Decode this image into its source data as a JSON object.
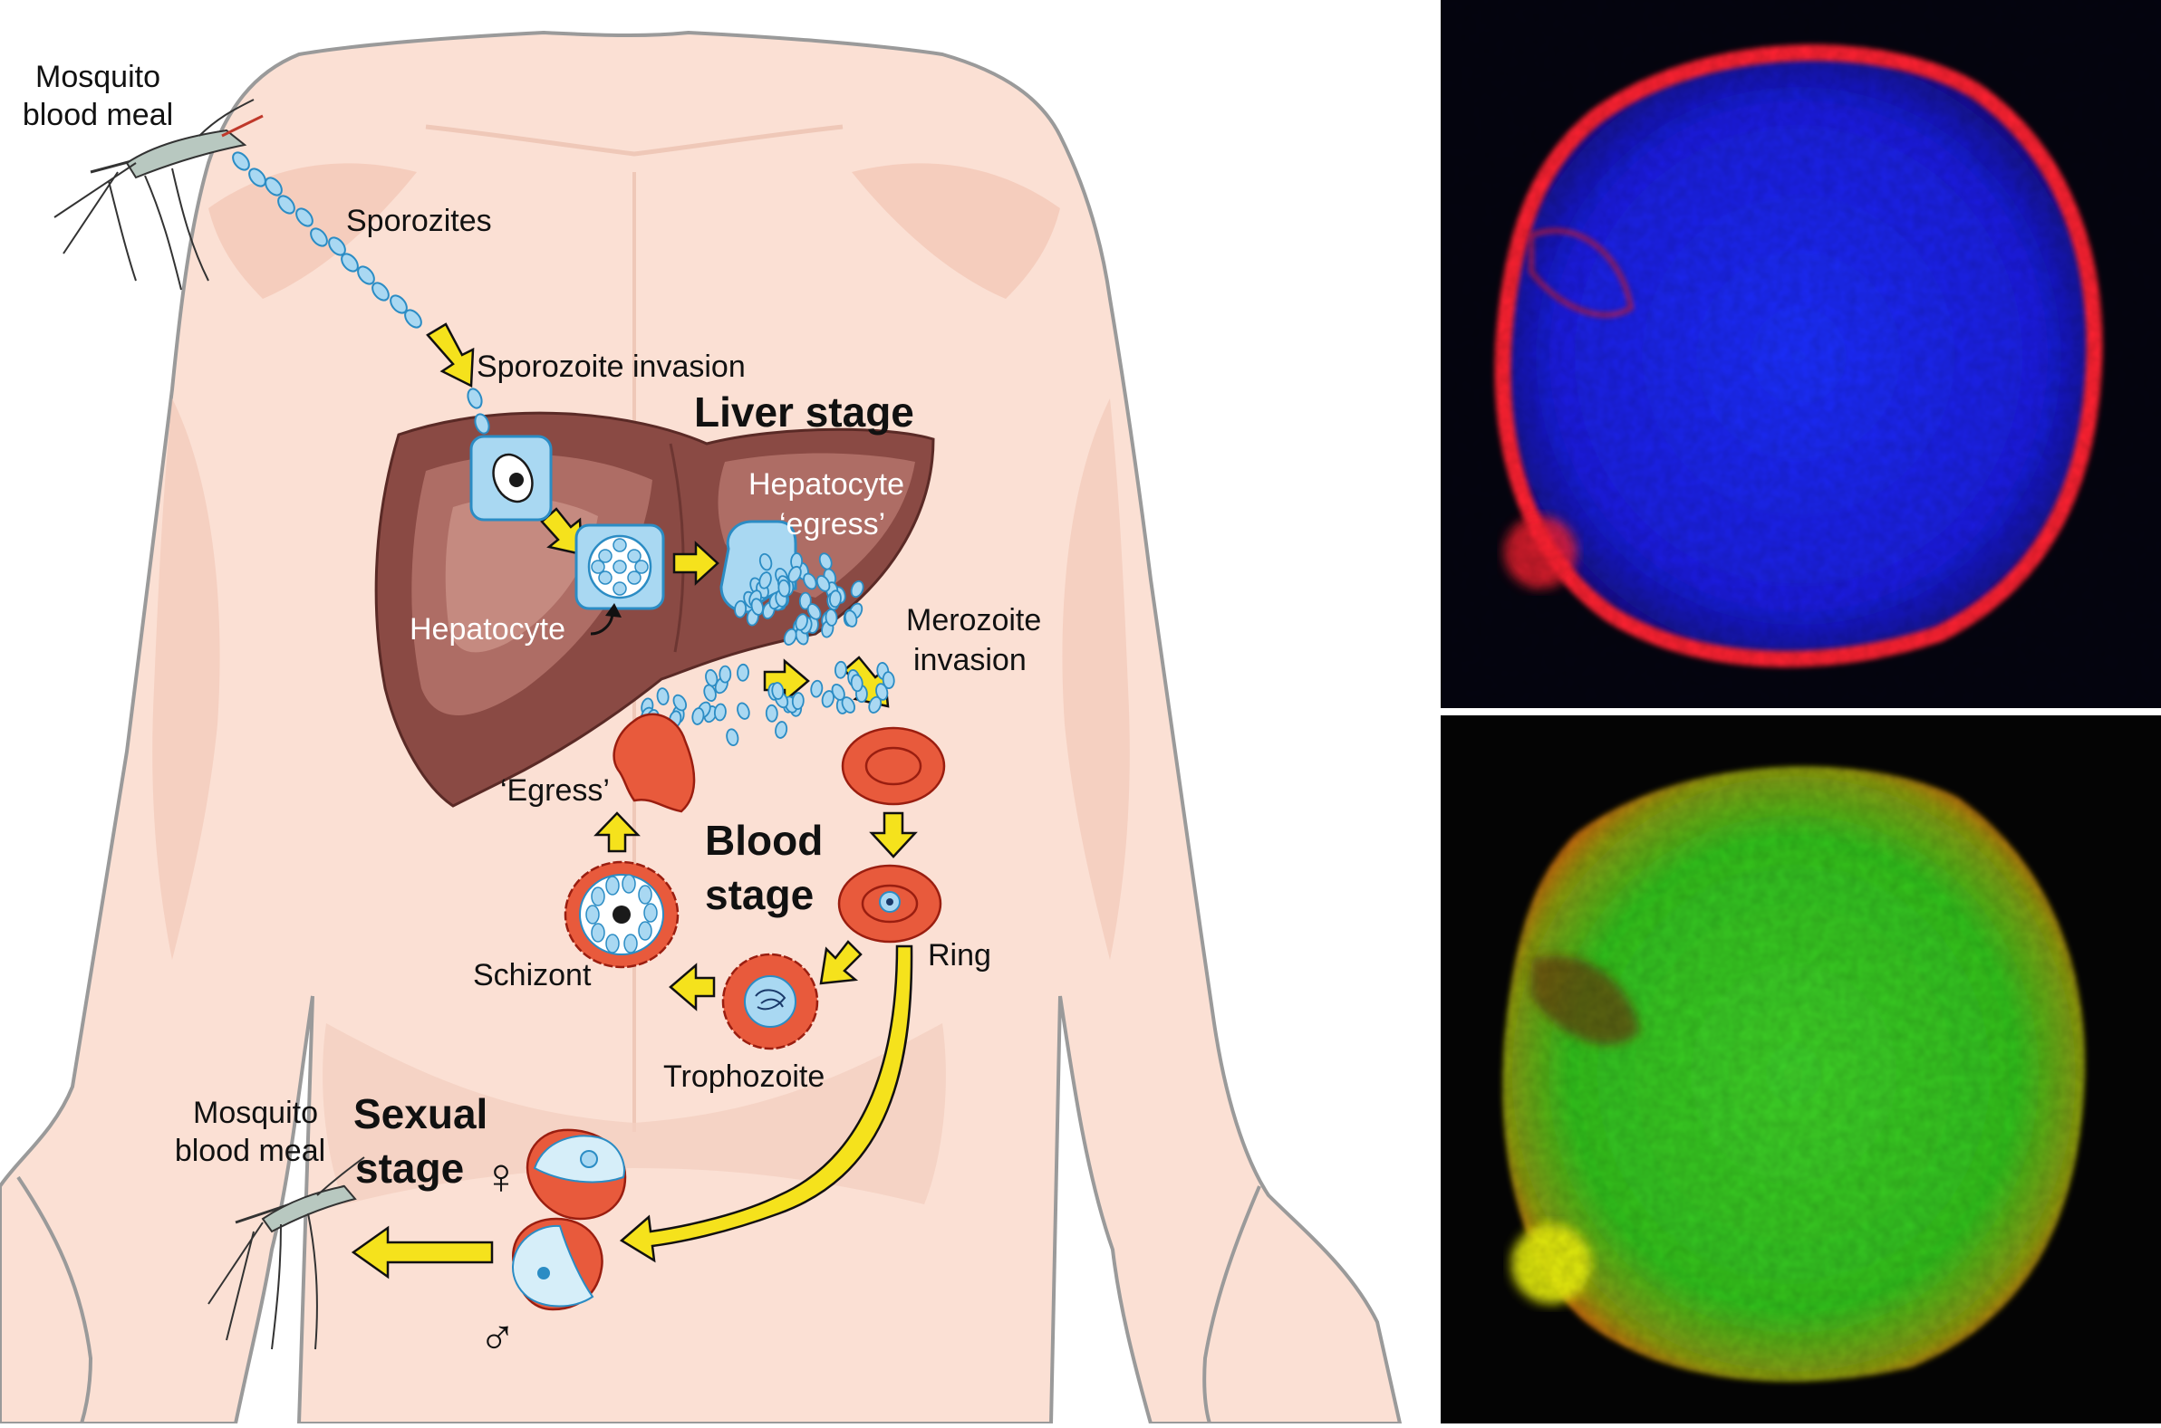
{
  "labels": {
    "mosquito_top_1": "Mosquito",
    "mosquito_top_2": "blood meal",
    "sporozites": "Sporozites",
    "sporozoite_invasion": "Sporozoite invasion",
    "liver_stage": "Liver stage",
    "hepatocyte_egress_1": "Hepatocyte",
    "hepatocyte_egress_2": "‘egress’",
    "hepatocyte": "Hepatocyte",
    "merozoite_1": "Merozoite",
    "merozoite_2": "invasion",
    "egress": "‘Egress’",
    "blood_stage_1": "Blood",
    "blood_stage_2": "stage",
    "ring": "Ring",
    "schizont": "Schizont",
    "trophozoite": "Trophozoite",
    "mosquito_bottom_1": "Mosquito",
    "mosquito_bottom_2": "blood meal",
    "sexual_stage_1": "Sexual",
    "sexual_stage_2": "stage",
    "female_symbol": "♀",
    "male_symbol": "♂"
  },
  "colors": {
    "skin": "#fbe0d4",
    "skin_outline": "#9a9a9a",
    "skin_shadow": "#f2c4b4",
    "liver": "#8a4a44",
    "liver_light": "#b97a70",
    "cell_blue": "#a9d8f2",
    "cell_blue_outline": "#2b8cc4",
    "rbc": "#e85a3c",
    "rbc_outline": "#9a1e10",
    "arrow_yellow": "#f5e21c",
    "micro_bg": "#050510",
    "membrane_red": "#ff2030",
    "nucleus_blue": "#1a22ff",
    "stain_green": "#33cc22"
  },
  "icons": [
    "mosquito-icon",
    "female-symbol-icon",
    "male-symbol-icon"
  ]
}
